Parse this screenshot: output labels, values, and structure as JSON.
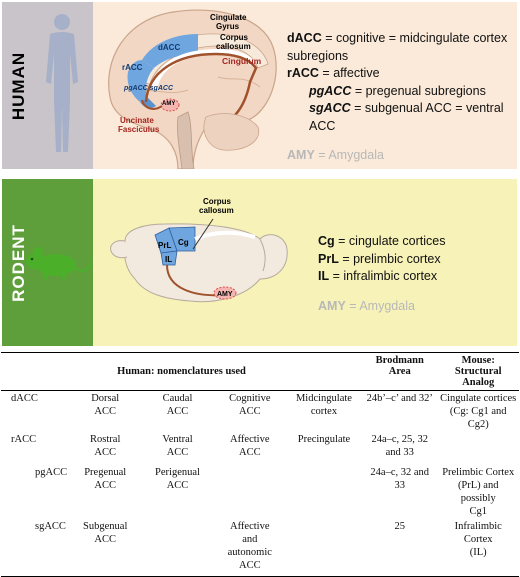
{
  "human": {
    "panel_label": "HUMAN",
    "diagram_labels": {
      "cingulate_gyrus": [
        "Cingulate",
        "Gyrus"
      ],
      "corpus_callosum": [
        "Corpus",
        "callosum"
      ],
      "cingulum": "Cingulum",
      "dacc": "dACC",
      "racc": "rACC",
      "pgacc_sgacc": "pgACC sgACC",
      "amy": "AMY",
      "uncinate": [
        "Uncinate",
        "Fasciculus"
      ]
    },
    "legend": {
      "dacc_term": "dACC",
      "dacc_def": " = cognitive = midcingulate cortex",
      "dacc_def2": "subregions",
      "racc_term": "rACC",
      "racc_def": " = affective",
      "pgacc_term": "pgACC",
      "pgacc_def": " = pregenual subregions",
      "sgacc_term": "sgACC",
      "sgacc_def": " = subgenual ACC = ventral ACC",
      "amy_term": "AMY",
      "amy_def": " = Amygdala"
    }
  },
  "rodent": {
    "panel_label": "RODENT",
    "diagram_labels": {
      "corpus_callosum": [
        "Corpus",
        "callosum"
      ],
      "cg": "Cg",
      "prl": "PrL",
      "il": "IL",
      "amy": "AMY"
    },
    "legend": {
      "cg_term": "Cg",
      "cg_def": " = cingulate cortices",
      "prl_term": "PrL",
      "prl_def": " = prelimbic cortex",
      "il_term": "IL",
      "il_def": " = infralimbic cortex",
      "amy_term": "AMY",
      "amy_def": " = Amygdala"
    }
  },
  "table": {
    "headers": {
      "human": "Human: nomenclatures used",
      "brodmann": [
        "Brodmann",
        "Area"
      ],
      "mouse": [
        "Mouse:",
        "Structural Analog"
      ]
    },
    "rows": [
      {
        "abbr": "dACC",
        "c1": [
          "Dorsal",
          "ACC"
        ],
        "c2": [
          "Caudal",
          "ACC"
        ],
        "c3": [
          "Cognitive",
          "ACC"
        ],
        "c4": [
          "Midcingulate",
          "cortex"
        ],
        "brodmann": [
          "24b’–c’ and 32’"
        ],
        "mouse": [
          "Cingulate cortices",
          "(Cg: Cg1 and Cg2)"
        ]
      },
      {
        "abbr": "rACC",
        "c1": [
          "Rostral",
          "ACC"
        ],
        "c2": [
          "Ventral",
          "ACC"
        ],
        "c3": [
          "Affective",
          "ACC"
        ],
        "c4": [
          "Precingulate"
        ],
        "brodmann": [
          "24a–c, 25, 32",
          "and 33"
        ],
        "mouse": []
      },
      {
        "abbr": "pgACC",
        "c1": [
          "Pregenual",
          "ACC"
        ],
        "c2": [
          "Perigenual",
          "ACC"
        ],
        "c3": [],
        "c4": [],
        "brodmann": [
          "24a–c, 32 and 33"
        ],
        "mouse": [
          "Prelimbic Cortex",
          "(PrL) and possibly",
          "Cg1"
        ]
      },
      {
        "abbr": "sgACC",
        "c1": [
          "Subgenual",
          "ACC"
        ],
        "c2": [],
        "c3": [
          "Affective",
          "and",
          "autonomic",
          "ACC"
        ],
        "c4": [],
        "brodmann": [
          "25"
        ],
        "mouse": [
          "Infralimbic Cortex",
          "(IL)"
        ]
      }
    ]
  },
  "colors": {
    "human_bg": "#fbead9",
    "rodent_bg": "#f7f2b7",
    "acc_blue": "#6fa6e0",
    "tract_brown": "#a0522d",
    "amy_red": "#d9534f",
    "label_red": "#a3261f",
    "mouse_green": "#4caf2a"
  }
}
